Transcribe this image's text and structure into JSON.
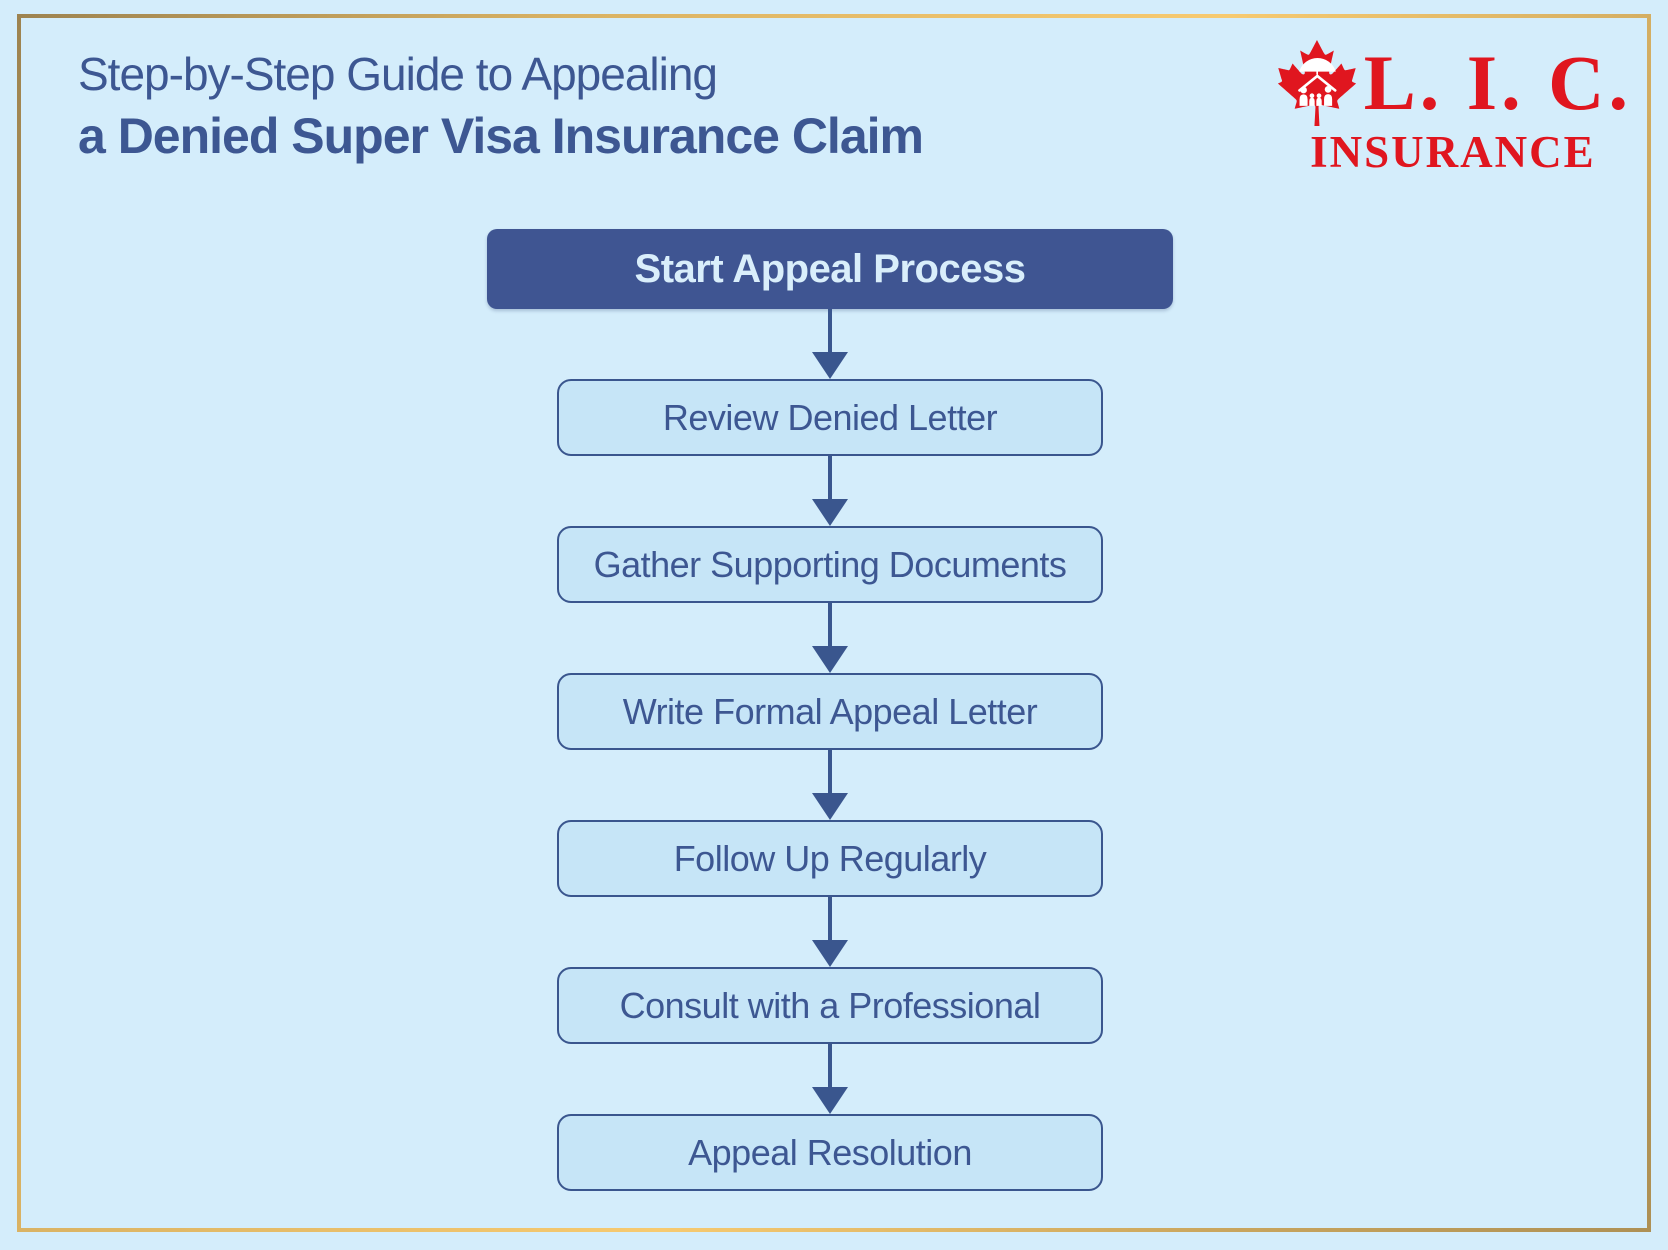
{
  "header": {
    "title_line1": "Step-by-Step Guide to Appealing",
    "title_line2": "a Denied Super Visa Insurance Claim"
  },
  "logo": {
    "name": "L. I. C.",
    "subtitle": "INSURANCE",
    "icon": "maple-leaf-family-icon"
  },
  "flow": {
    "start_label": "Start Appeal Process",
    "steps": [
      "Review Denied Letter",
      "Gather Supporting Documents",
      "Write Formal Appeal Letter",
      "Follow Up Regularly",
      "Consult with a Professional",
      "Appeal Resolution"
    ]
  },
  "colors": {
    "background": "#d4edfb",
    "border_gold": "#e9bd63",
    "box_fill": "#c6e5f7",
    "line": "#3a568e",
    "start_fill": "#3f5592",
    "start_text": "#d9eefb",
    "title_text": "#3d5792",
    "logo_red": "#e0161f"
  }
}
